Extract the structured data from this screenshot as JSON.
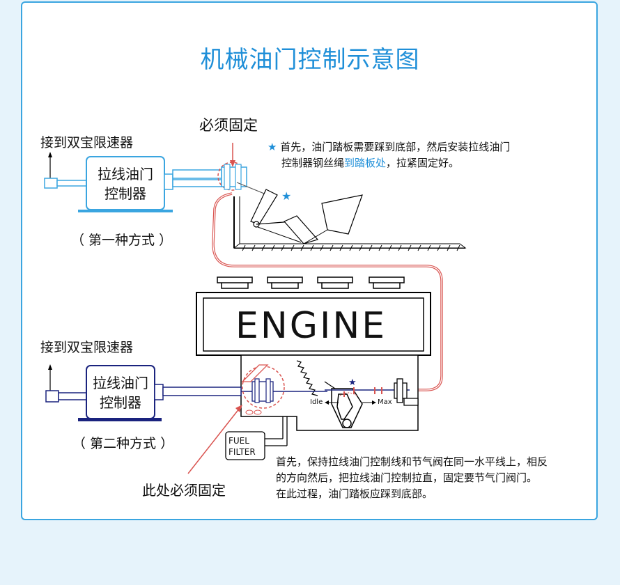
{
  "title": "机械油门控制示意图",
  "top_section": {
    "must_fix_label": "必须固定",
    "connect_label": "接到双宝限速器",
    "controller_label_line1": "拉线油门",
    "controller_label_line2": "控制器",
    "method_label": "（ 第一种方式 ）",
    "note_star": "★",
    "note_part1": "首先，油门踏板需要踩到底部，然后安装拉线油门",
    "note_part2": "控制器钢丝绳",
    "note_highlight": "到踏板处",
    "note_part3": "，拉紧固定好。"
  },
  "engine": {
    "label": "ENGINE",
    "idle_label": "Idle",
    "max_label": "Max",
    "fuel_filter_line1": "FUEL",
    "fuel_filter_line2": "FILTER"
  },
  "bottom_section": {
    "connect_label": "接到双宝限速器",
    "controller_label_line1": "拉线油门",
    "controller_label_line2": "控制器",
    "method_label": "（ 第二种方式 ）",
    "must_fix_label": "此处必须固定",
    "note_line1": "首先，保持拉线油门控制线和节气阀在同一水平线上，相反",
    "note_line2": "的方向然后，把拉线油门控制拉直，固定要节气门阀门。",
    "note_line3": "在此过程，油门踏板应踩到底部。"
  },
  "colors": {
    "accent": "#1f8fd8",
    "cable": "#d9534f",
    "card_border": "#3aa5e0",
    "page_bg": "#e6f3fb"
  }
}
